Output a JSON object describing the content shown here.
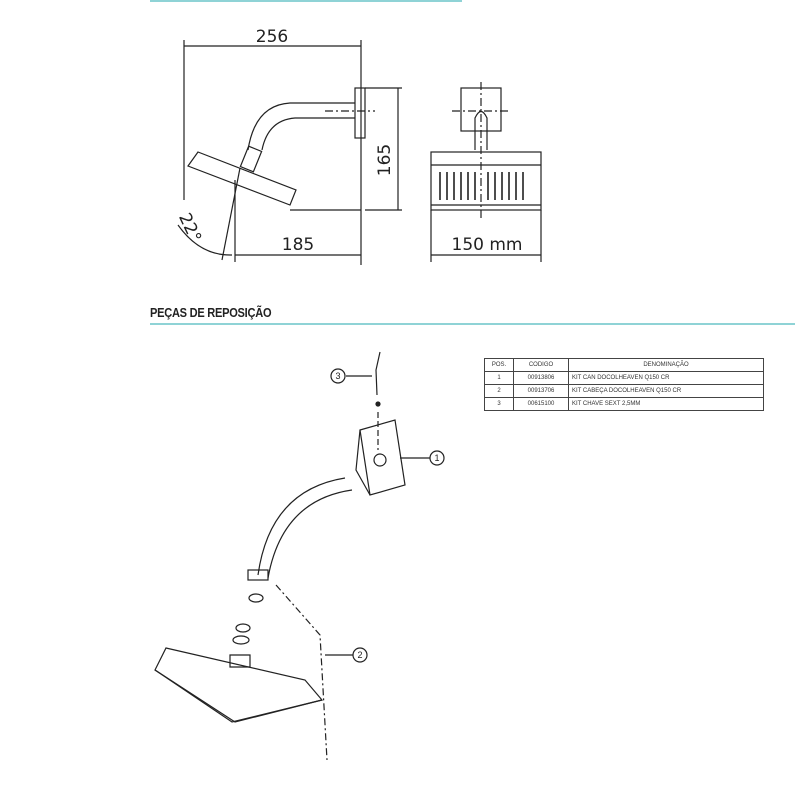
{
  "dimensions": {
    "overall_width": "256",
    "height": "165",
    "projection": "185",
    "angle": "22°",
    "head_width": "150 mm"
  },
  "section_title": "PEÇAS DE REPOSIÇÃO",
  "parts_table": {
    "headers": [
      "POS.",
      "CODIGO",
      "DENOMINAÇÃO"
    ],
    "rows": [
      {
        "pos": "1",
        "code": "00913806",
        "name": "KIT CAN DOCOLHEAVEN Q150 CR"
      },
      {
        "pos": "2",
        "code": "00913706",
        "name": "KIT CABEÇA DOCOLHEAVEN Q150 CR"
      },
      {
        "pos": "3",
        "code": "00615100",
        "name": "KIT CHAVE SEXT 2,5MM"
      }
    ]
  },
  "callouts": [
    "1",
    "2",
    "3"
  ]
}
